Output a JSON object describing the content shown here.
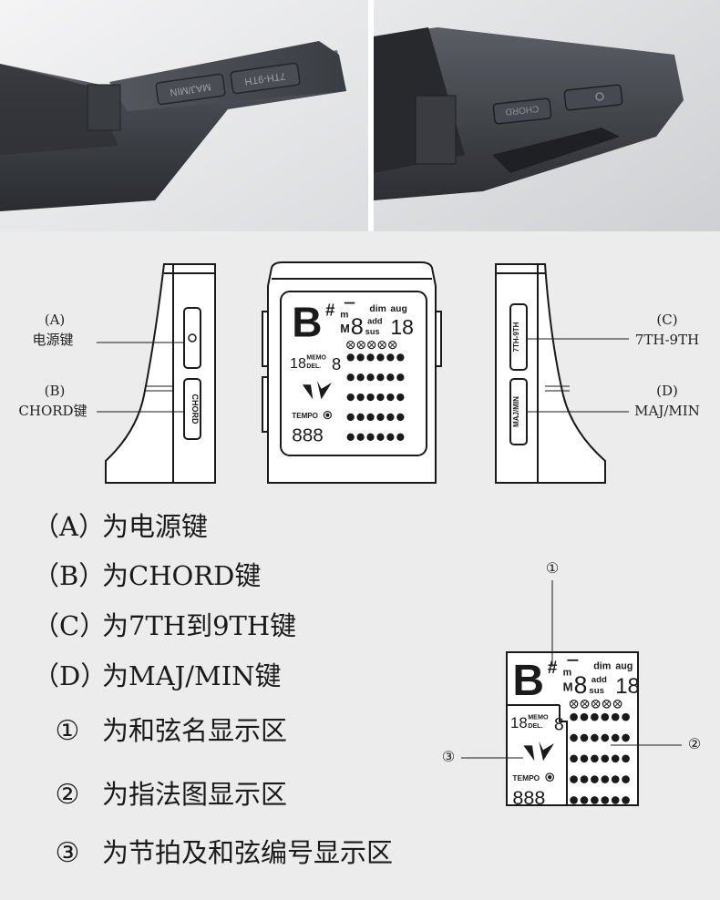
{
  "device_labels": {
    "photo_left_button_1": "MAJ/MIN",
    "photo_left_button_2": "7TH-9TH",
    "photo_right_button_1": "CHORD",
    "drawing_chord_button": "CHORD",
    "drawing_7th_button": "7TH-9TH",
    "drawing_majmin_button": "MAJ/MIN"
  },
  "callouts": {
    "a_letter": "(A)",
    "a_text": "电源键",
    "b_letter": "(B)",
    "b_text": "CHORD键",
    "c_letter": "(C)",
    "c_text": "7TH-9TH",
    "d_letter": "(D)",
    "d_text": "MAJ/MIN"
  },
  "lcd": {
    "chord_letter": "B",
    "sharp": "#",
    "m_small": "m",
    "m_big": "M",
    "digit_8": "8",
    "dim": "dim",
    "aug": "aug",
    "add": "add",
    "sus": "sus",
    "num18": "18",
    "memo": "MEMO",
    "del": "DEL.",
    "tempo": "TEMPO",
    "num888": "888"
  },
  "legend": [
    {
      "num": "（A）",
      "text": "为电源键"
    },
    {
      "num": "（B）",
      "text": "为CHORD键"
    },
    {
      "num": "（C）",
      "text": "为7TH到9TH键"
    },
    {
      "num": "（D）",
      "text": "为MAJ/MIN键"
    },
    {
      "num": "①",
      "text": "为和弦名显示区"
    },
    {
      "num": "②",
      "text": "为指法图显示区"
    },
    {
      "num": "③",
      "text": "为节拍及和弦编号显示区"
    }
  ],
  "markers": {
    "m1": "①",
    "m2": "②",
    "m3": "③"
  },
  "colors": {
    "panel": "#ececec",
    "line": "#1a1a1a",
    "device": "#3c3f45"
  }
}
